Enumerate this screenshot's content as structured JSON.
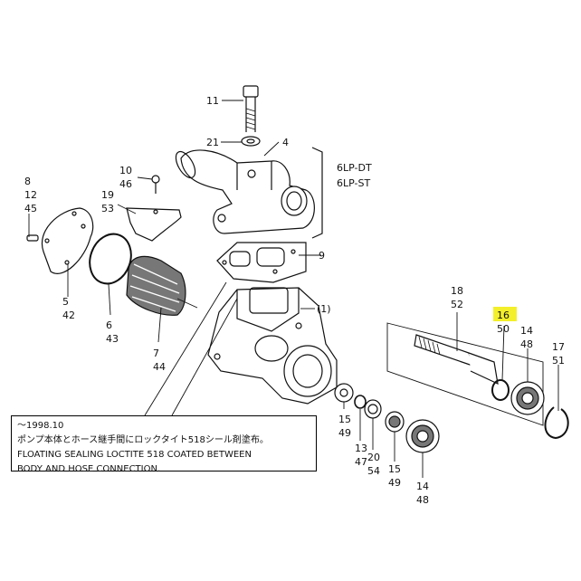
{
  "callouts": [
    {
      "id": "c11",
      "lines": [
        "11"
      ]
    },
    {
      "id": "c21",
      "lines": [
        "21"
      ]
    },
    {
      "id": "c4",
      "lines": [
        "4"
      ]
    },
    {
      "id": "c8",
      "lines": [
        "8",
        "12",
        "45"
      ]
    },
    {
      "id": "c10",
      "lines": [
        "10",
        "46"
      ]
    },
    {
      "id": "c19",
      "lines": [
        "19",
        "53"
      ]
    },
    {
      "id": "c9",
      "lines": [
        "9"
      ]
    },
    {
      "id": "c1",
      "lines": [
        "(1)"
      ]
    },
    {
      "id": "c5",
      "lines": [
        "5",
        "42"
      ]
    },
    {
      "id": "c6",
      "lines": [
        "6",
        "43"
      ]
    },
    {
      "id": "c7",
      "lines": [
        "7",
        "44"
      ]
    },
    {
      "id": "c18",
      "lines": [
        "18",
        "52"
      ]
    },
    {
      "id": "c16",
      "lines": [
        "16",
        "50"
      ]
    },
    {
      "id": "c14a",
      "lines": [
        "14",
        "48"
      ]
    },
    {
      "id": "c17",
      "lines": [
        "17",
        "51"
      ]
    },
    {
      "id": "c15a",
      "lines": [
        "15",
        "49"
      ]
    },
    {
      "id": "c13",
      "lines": [
        "13",
        "47"
      ]
    },
    {
      "id": "c20",
      "lines": [
        "20",
        "54"
      ]
    },
    {
      "id": "c15b",
      "lines": [
        "15",
        "49"
      ]
    },
    {
      "id": "c14b",
      "lines": [
        "14",
        "48"
      ]
    }
  ],
  "model_label": {
    "line1": "6LP-DT",
    "line2": "6LP-ST"
  },
  "note": {
    "line1": "～1998.10",
    "line2": "ポンプ本体とホース継手間にロックタイト518シール剤塗布。",
    "line3": "FLOATING SEALING LOCTITE 518 COATED BETWEEN",
    "line4": "BODY AND HOSE CONNECTION."
  },
  "highlighted_callout": "16",
  "colors": {
    "line": "#111111",
    "highlight": "#f3ef2a"
  }
}
